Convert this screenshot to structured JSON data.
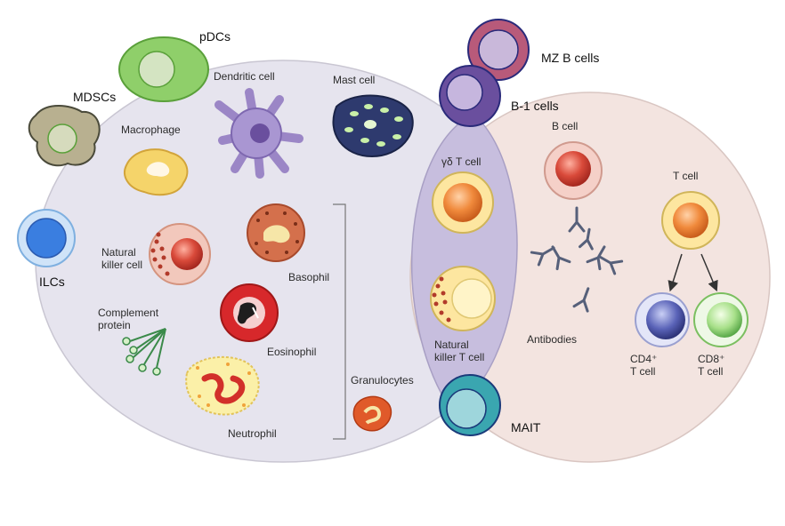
{
  "innate": {
    "dendritic_cell": "Dendritic cell",
    "mast_cell": "Mast cell",
    "macrophage": "Macrophage",
    "natural_killer_cell": [
      "Natural",
      "killer cell"
    ],
    "basophil": "Basophil",
    "eosinophil": "Eosinophil",
    "complement_protein": [
      "Complement",
      "protein"
    ],
    "neutrophil": "Neutrophil",
    "granulocytes": "Granulocytes"
  },
  "overlap": {
    "gd_t_cell": "γδ T cell",
    "nkt_cell": [
      "Natural",
      "killer T cell"
    ]
  },
  "adaptive": {
    "b_cell": "B cell",
    "antibodies": "Antibodies",
    "t_cell": "T cell",
    "cd4": [
      "CD4⁺",
      "T cell"
    ],
    "cd8": [
      "CD8⁺",
      "T cell"
    ]
  },
  "added": {
    "pdcs": "pDCs",
    "mdscs": "MDSCs",
    "ilcs": "ILCs",
    "mz_b_cells": "MZ B cells",
    "b1_cells": "B-1 cells",
    "mait": "MAIT"
  },
  "colors": {
    "innate_bg": "#e6e4ee",
    "adaptive_bg": "#f3e4e0",
    "overlap_bg": "#c7bede",
    "orange_cell": "#f08a3c",
    "green_pdc": "#8fcf6a",
    "blue_ilc": "#3a7ee0",
    "purple_b1": "#6a4f9e",
    "rose_mz": "#b85a7a",
    "teal_mait": "#3aa6b0"
  }
}
